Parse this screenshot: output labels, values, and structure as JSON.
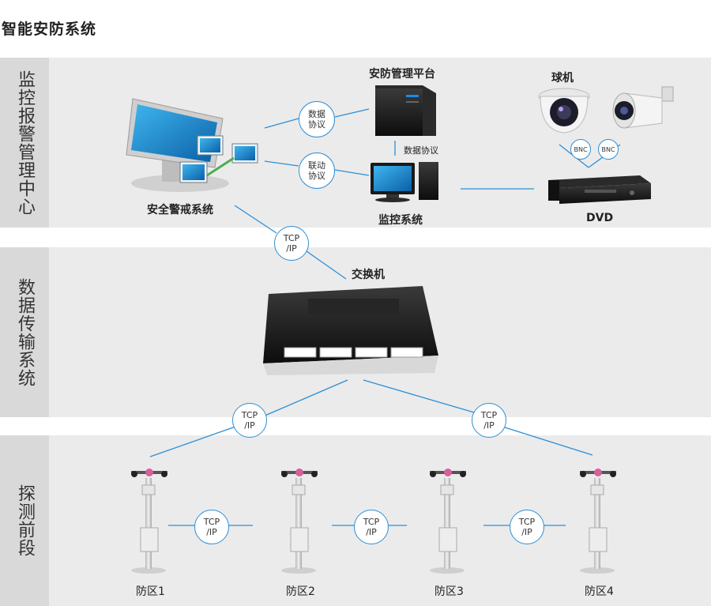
{
  "page_title": "智能安防系统",
  "bands": {
    "top": "监控报警管理中心",
    "middle": "数据传输系统",
    "bottom": "探测前段"
  },
  "top": {
    "alarm_system": "安全警戒系统",
    "platform": "安防管理平台",
    "monitor": "监控系统",
    "camera": "球机",
    "dvd": "DVD",
    "data_protocol": [
      "数据",
      "协议"
    ],
    "link_protocol": [
      "联动",
      "协议"
    ],
    "data_protocol_side": "数据协议",
    "bnc": "BNC"
  },
  "tcp": [
    "TCP",
    "/IP"
  ],
  "switch_label": "交换机",
  "zones": [
    "防区1",
    "防区2",
    "防区3",
    "防区4"
  ],
  "colors": {
    "line": "#2c8fd6",
    "band": "#ebebeb",
    "band_label": "#d9d9d9"
  }
}
